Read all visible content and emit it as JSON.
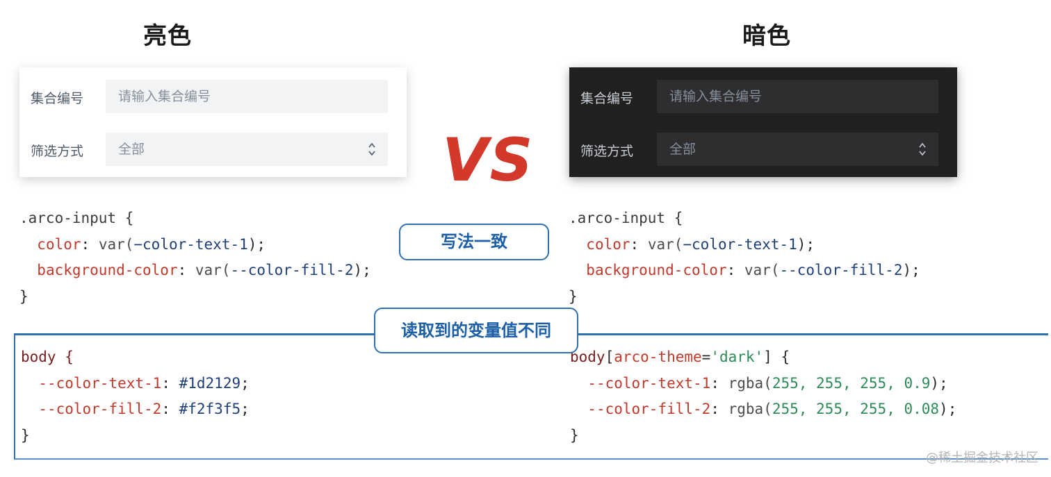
{
  "titles": {
    "light": "亮色",
    "dark": "暗色",
    "vs": "VS"
  },
  "form": {
    "light": {
      "collection_label": "集合编号",
      "collection_placeholder": "请输入集合编号",
      "filter_label": "筛选方式",
      "filter_value": "全部"
    },
    "dark": {
      "collection_label": "集合编号",
      "collection_placeholder": "请输入集合编号",
      "filter_label": "筛选方式",
      "filter_value": "全部"
    }
  },
  "callouts": {
    "same_usage": "写法一致",
    "different_values": "读取到的变量值不同"
  },
  "code": {
    "input_rule": {
      "selector": ".arco-input {",
      "color_prop": "color",
      "color_val_fn": "var(",
      "color_val_var": "−color-text-1",
      "bg_prop": "background-color",
      "bg_val_fn": "var(",
      "bg_val_var": "--color-fill-2",
      "close": "}"
    },
    "light_body": {
      "selector": "body {",
      "text_var": "--color-text-1",
      "text_val": "#1d2129",
      "fill_var": "--color-fill-2",
      "fill_val": "#f2f3f5",
      "close": "}"
    },
    "dark_body": {
      "selector_tag": "body",
      "selector_attr": "arco-theme",
      "selector_value": "'dark'",
      "text_var": "--color-text-1",
      "text_val_fn": "rgba(",
      "text_val_nums": "255, 255, 255, 0.9",
      "fill_var": "--color-fill-2",
      "fill_val_fn": "rgba(",
      "fill_val_nums": "255, 255, 255, 0.08",
      "close": "}"
    }
  },
  "watermark": "@稀土掘金技术社区",
  "colors": {
    "vs_red": "#d2392b",
    "frame_blue": "#2d6fb0",
    "light_fill": "#f2f3f5",
    "dark_panel": "#202020"
  },
  "icons": {
    "select_arrow": "chevron-up-down-icon"
  }
}
